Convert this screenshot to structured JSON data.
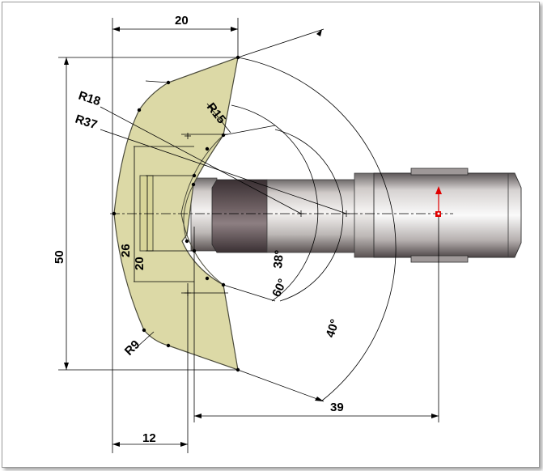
{
  "drawing": {
    "dimensions": {
      "top_width": "20",
      "height": "50",
      "inner_height": "26",
      "slot_height": "20",
      "bottom_width": "12",
      "center_distance": "39",
      "r18": "R18",
      "r37": "R37",
      "r15": "R15",
      "r9": "R9",
      "angle_38": "38°",
      "angle_60": "60°",
      "angle_40": "40°"
    },
    "colors": {
      "plate_fill": "#dcd9a6",
      "plate_stroke": "#4a4a3a",
      "rod_light": "#f2f0ee",
      "rod_dark": "#4a3f40",
      "origin_marker": "#e00000"
    }
  }
}
